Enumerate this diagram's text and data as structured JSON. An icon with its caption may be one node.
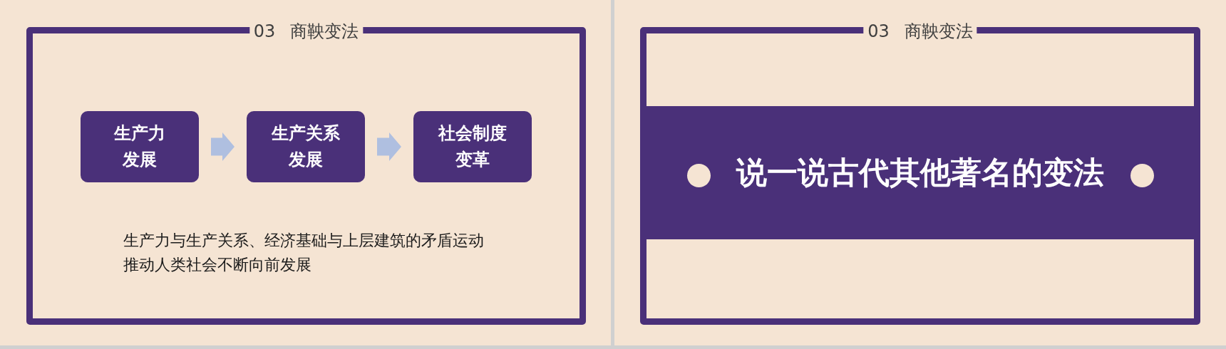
{
  "diagram": {
    "nodes": [
      {
        "text": [
          "03 商鞅变法"
        ]
      },
      {
        "text": [
          "生产力发展"
        ],
        "in": 0
      },
      {
        "text": [
          "生产关系发展"
        ],
        "in": 0
      },
      {
        "text": [
          "社会制度变革"
        ],
        "in": 0
      },
      {
        "text": [
          "03 商鞅变法"
        ]
      },
      {
        "text": [
          "说一说古代其他著名的变法"
        ],
        "in": 4
      }
    ],
    "edges": [
      {
        "from": 1,
        "to": 2,
        "arrow": "to"
      },
      {
        "from": 2,
        "to": 3,
        "arrow": "to"
      }
    ],
    "labels": [
      "生产力与生产关系、经济基础与上层建筑的矛盾运动推动人类社会不断向前发展"
    ]
  }
}
